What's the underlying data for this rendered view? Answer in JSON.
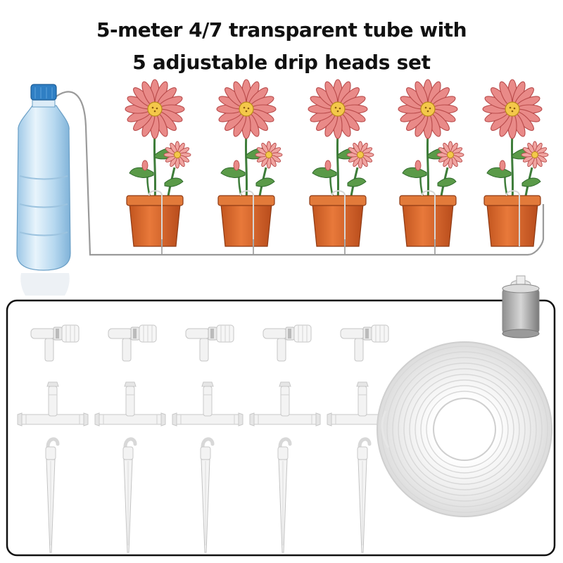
{
  "title": {
    "line1": "5-meter 4/7 transparent tube with",
    "line2": "5 adjustable drip heads set"
  },
  "illustration": {
    "bottom_scene": "bottle-with-tube-feeding-5-potted-flowers",
    "pot_count": 5,
    "kit_parts": {
      "adjustable_valve_connectors": 5,
      "tee_connectors": 5,
      "drip_stakes": 5,
      "tube_coil": 1,
      "mesh_filter": 1
    }
  },
  "colors": {
    "petal": "#e98a88",
    "petal_edge": "#b84a4a",
    "center": "#f4c84a",
    "pot": "#d86a2e",
    "pot_rim": "#e27a3a",
    "stem": "#3e7d3a",
    "bottle": "#cfe6f5",
    "cap": "#2f7fc4",
    "part": "#f2f2f2"
  }
}
